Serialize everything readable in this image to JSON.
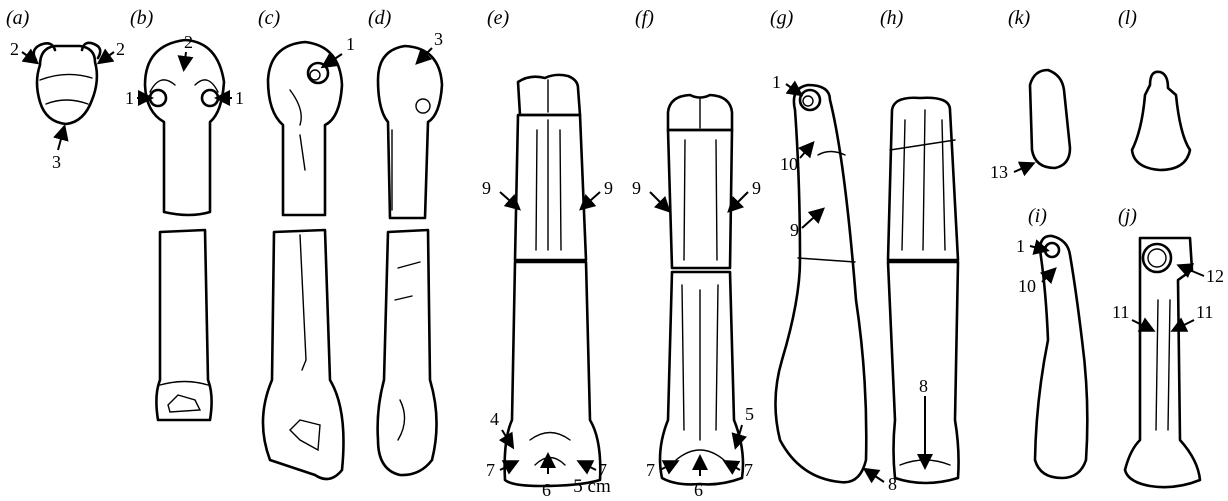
{
  "panels": [
    "(a)",
    "(b)",
    "(c)",
    "(d)",
    "(e)",
    "(f)",
    "(g)",
    "(h)",
    "(k)",
    "(l)",
    "(i)",
    "(j)"
  ],
  "numbers": [
    "2",
    "2",
    "3",
    "2",
    "1",
    "1",
    "1",
    "3",
    "9",
    "9",
    "4",
    "7",
    "6",
    "7",
    "9",
    "9",
    "5",
    "7",
    "6",
    "7",
    "1",
    "10",
    "9",
    "8",
    "8",
    "13",
    "1",
    "10",
    "12",
    "11",
    "11"
  ],
  "scale_label": "5 cm"
}
